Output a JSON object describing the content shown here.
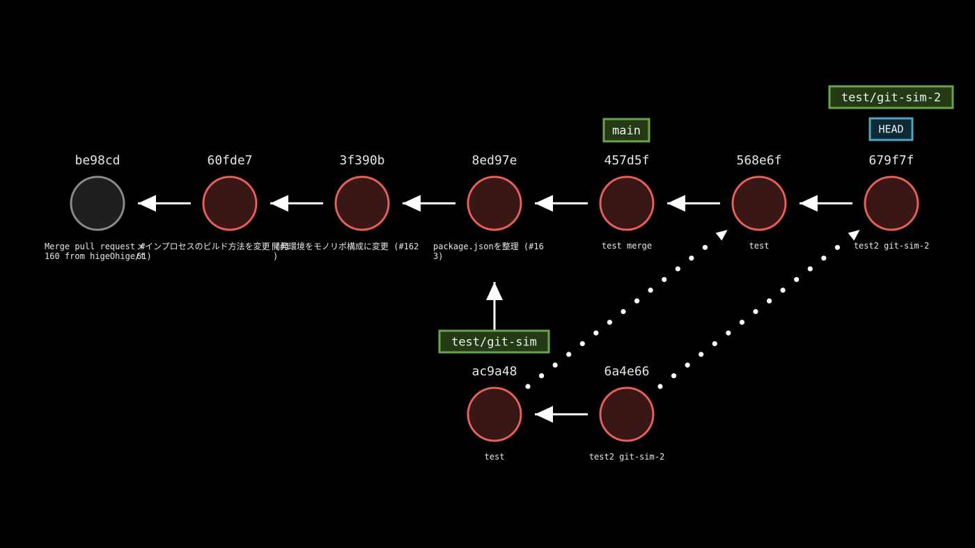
{
  "colors": {
    "background": "#000000",
    "commit_fill": "#3a1717",
    "commit_stroke": "#e8605a",
    "root_fill": "#1f1f1f",
    "root_stroke": "#8c8c8c",
    "branch_fill": "#233a14",
    "branch_stroke": "#67a548",
    "head_fill": "#0d2a36",
    "head_stroke": "#4aa6c0",
    "arrow": "#ffffff"
  },
  "commits": [
    {
      "id": "be98cd",
      "message_lines": [
        "Merge pull request #",
        "160 from higeOhige/t"
      ],
      "root": true
    },
    {
      "id": "60fde7",
      "message_lines": [
        "メインプロセスのビルド方法を変更 (#1",
        "61)"
      ]
    },
    {
      "id": "3f390b",
      "message_lines": [
        "開発環境をモノリポ構成に変更 (#162",
        ")"
      ]
    },
    {
      "id": "8ed97e",
      "message_lines": [
        "package.jsonを整理 (#16",
        "3)"
      ]
    },
    {
      "id": "457d5f",
      "message_lines": [
        "test merge"
      ]
    },
    {
      "id": "568e6f",
      "message_lines": [
        "test"
      ]
    },
    {
      "id": "679f7f",
      "message_lines": [
        "test2 git-sim-2"
      ]
    },
    {
      "id": "ac9a48",
      "message_lines": [
        "test"
      ]
    },
    {
      "id": "6a4e66",
      "message_lines": [
        "test2 git-sim-2"
      ]
    }
  ],
  "branches": [
    {
      "name": "main",
      "commit": "457d5f"
    },
    {
      "name": "test/git-sim-2",
      "commit": "679f7f"
    },
    {
      "name": "test/git-sim",
      "commit": "ac9a48"
    }
  ],
  "head": {
    "label": "HEAD",
    "commit": "679f7f"
  },
  "parent_links": [
    {
      "from": "60fde7",
      "to": "be98cd"
    },
    {
      "from": "3f390b",
      "to": "60fde7"
    },
    {
      "from": "8ed97e",
      "to": "3f390b"
    },
    {
      "from": "457d5f",
      "to": "8ed97e"
    },
    {
      "from": "568e6f",
      "to": "457d5f"
    },
    {
      "from": "679f7f",
      "to": "568e6f"
    },
    {
      "from": "6a4e66",
      "to": "ac9a48"
    },
    {
      "from": "ac9a48",
      "to": "8ed97e"
    }
  ],
  "dotted_links": [
    {
      "from": "ac9a48",
      "to": "568e6f"
    },
    {
      "from": "6a4e66",
      "to": "679f7f"
    }
  ]
}
